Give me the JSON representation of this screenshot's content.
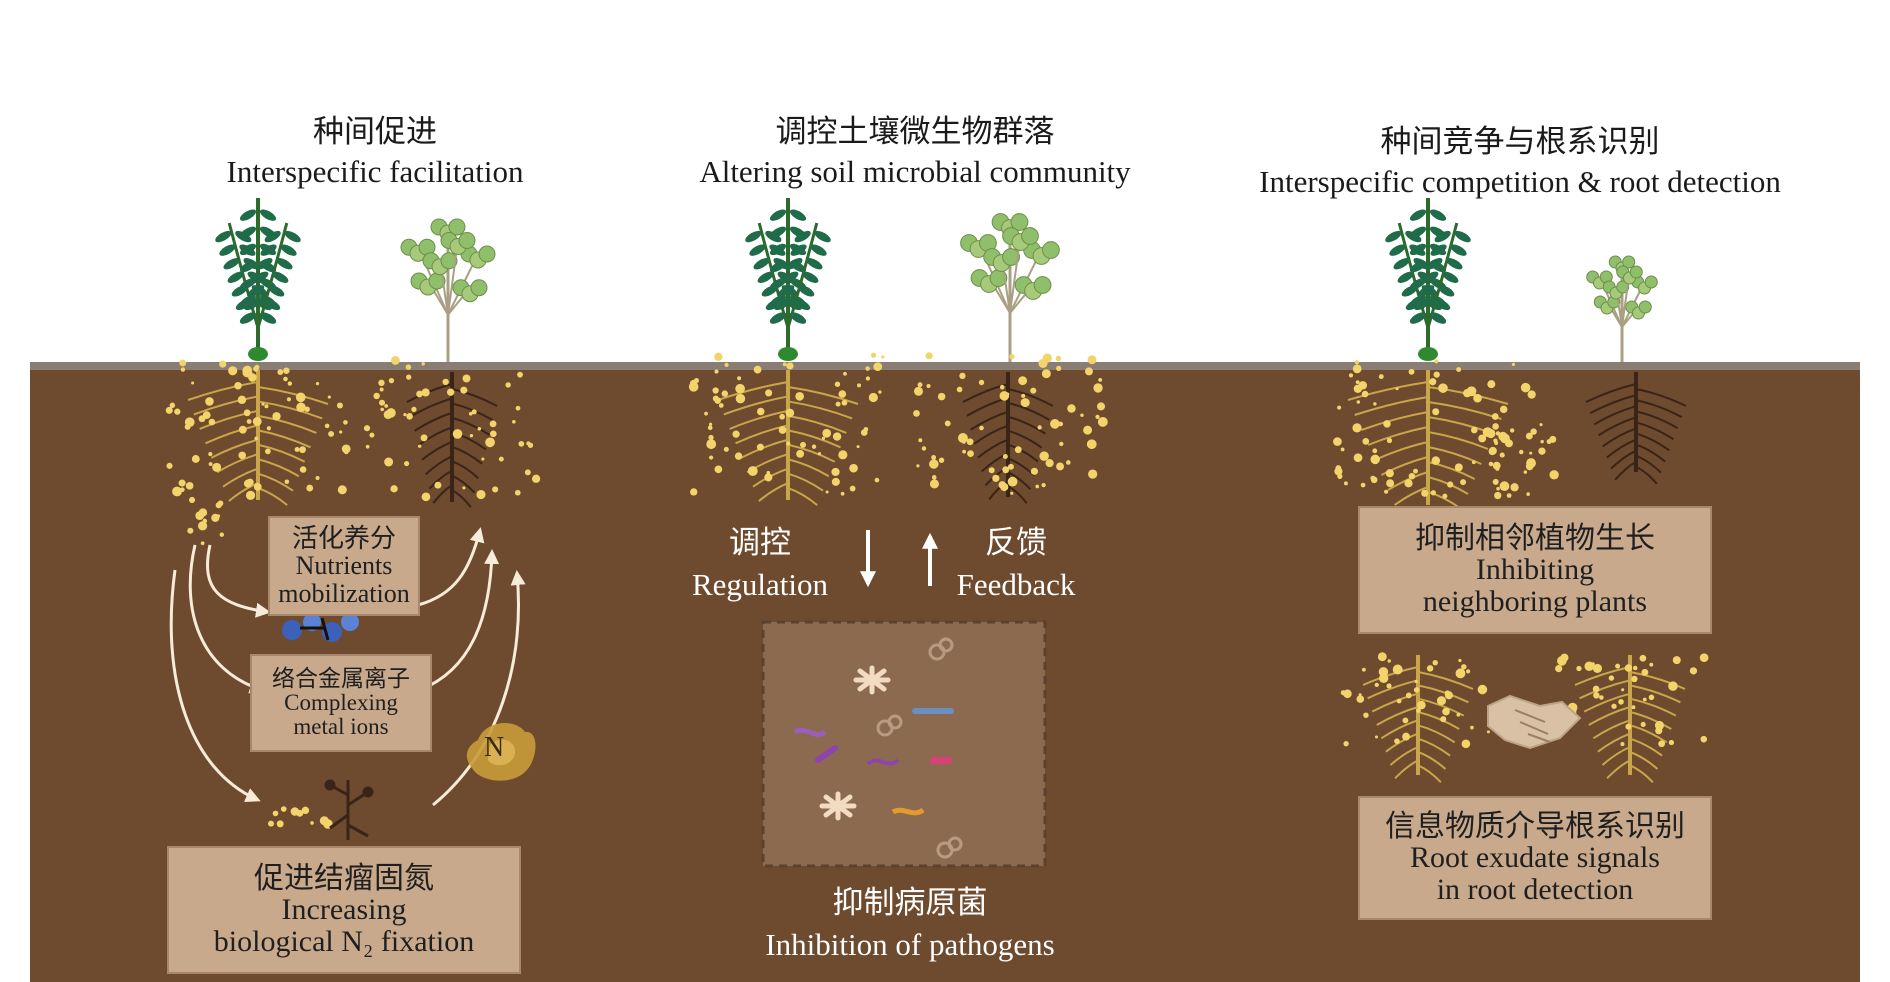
{
  "panels": {
    "left": {
      "title_cn": "种间促进",
      "title_en": "Interspecific facilitation"
    },
    "middle": {
      "title_cn": "调控土壤微生物群落",
      "title_en": "Altering soil microbial community"
    },
    "right": {
      "title_cn": "种间竞争与根系识别",
      "title_en": "Interspecific competition & root detection"
    }
  },
  "left_boxes": {
    "nutrients": {
      "cn": "活化养分",
      "en1": "Nutrients",
      "en2": "mobilization"
    },
    "complexing": {
      "cn": "络合金属离子",
      "en1": "Complexing",
      "en2": "metal ions"
    },
    "nitrogen": {
      "cn": "促进结瘤固氮",
      "en1": "Increasing",
      "en2": "biological N₂ fixation"
    },
    "n_label": "N"
  },
  "middle_labels": {
    "regulation_cn": "调控",
    "regulation_en": "Regulation",
    "feedback_cn": "反馈",
    "feedback_en": "Feedback",
    "pathogen_cn": "抑制病原菌",
    "pathogen_en": "Inhibition of pathogens"
  },
  "right_boxes": {
    "inhibit": {
      "cn": "抑制相邻植物生长",
      "en1": "Inhibiting",
      "en2": "neighboring plants"
    },
    "detection": {
      "cn": "信息物质介导根系识别",
      "en1": "Root exudate signals",
      "en2": "in root detection"
    }
  },
  "colors": {
    "soil": "#6e4a2f",
    "soil_surface": "#8a7d73",
    "box": "#c9a98c",
    "plant_dark": "#1f6b4a",
    "plant_light": "#8fbf6a",
    "root_gold": "#c9a64a",
    "exudate": "#f3d46b",
    "arrow": "#f7ecd8"
  }
}
